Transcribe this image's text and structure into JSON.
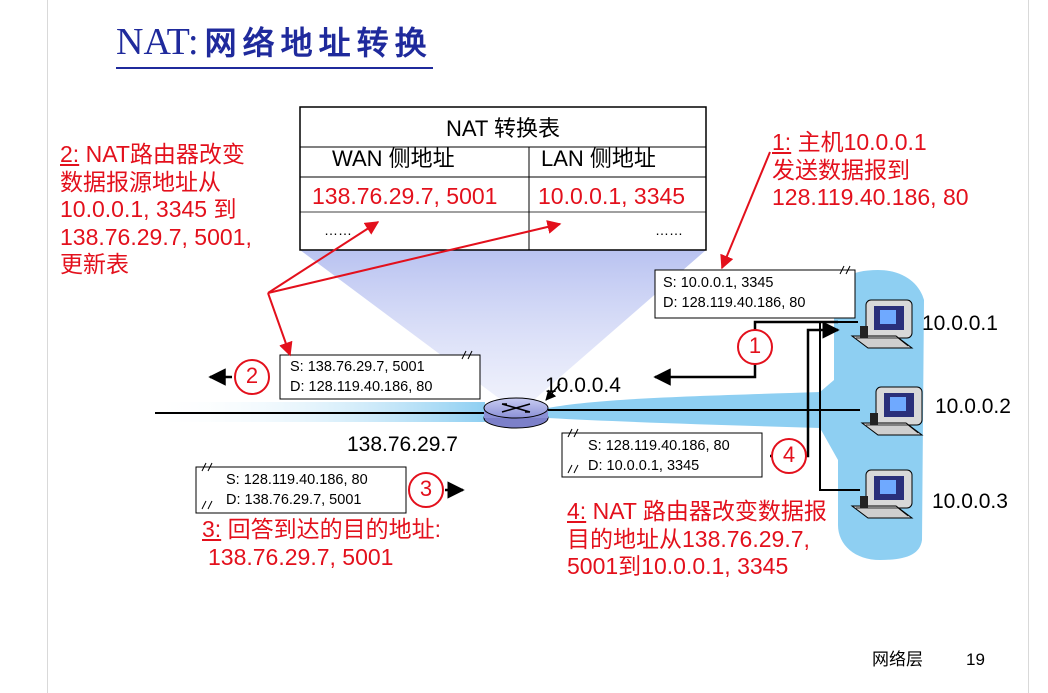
{
  "slide": {
    "title_prefix": "NAT:",
    "title_cn": "网络地址转换",
    "footer_label": "网络层",
    "page_number": "19"
  },
  "table": {
    "header": "NAT 转换表",
    "col_wan": "WAN 侧地址",
    "col_lan": "LAN 侧地址",
    "wan_value": "138.76.29.7, 5001",
    "lan_value": "10.0.0.1, 3345",
    "ellipsis_left": "……",
    "ellipsis_right": "……"
  },
  "notes": {
    "step1": {
      "num": "1:",
      "line1": " 主机10.0.0.1",
      "line2": "发送数据报到",
      "line3": "128.119.40.186, 80"
    },
    "step2": {
      "num": "2:",
      "line1": " NAT路由器改变",
      "line2": "数据报源地址从",
      "line3": "10.0.0.1, 3345 到",
      "line4": "138.76.29.7, 5001,",
      "line5": "更新表"
    },
    "step3": {
      "num": "3:",
      "line1": " 回答到达的目的地址:",
      "line2": "138.76.29.7, 5001"
    },
    "step4": {
      "num": "4:",
      "line1": " NAT 路由器改变数据报",
      "line2": "目的地址从138.76.29.7,",
      "line3": "5001到10.0.0.1, 3345"
    }
  },
  "packets": {
    "p1": {
      "src": "S: 10.0.0.1, 3345",
      "dst": "D: 128.119.40.186, 80"
    },
    "p2": {
      "src": "S: 138.76.29.7, 5001",
      "dst": "D: 128.119.40.186, 80"
    },
    "p3": {
      "src": "S: 128.119.40.186, 80",
      "dst": "D: 138.76.29.7, 5001"
    },
    "p4": {
      "src": "S: 128.119.40.186, 80",
      "dst": "D: 10.0.0.1, 3345"
    }
  },
  "step_circles": {
    "c1": "1",
    "c2": "2",
    "c3": "3",
    "c4": "4"
  },
  "addresses": {
    "router_lan": "10.0.0.4",
    "router_wan": "138.76.29.7",
    "host1": "10.0.0.1",
    "host2": "10.0.0.2",
    "host3": "10.0.0.3"
  },
  "colors": {
    "accent_red": "#e3101c",
    "title_blue": "#1f2a9c",
    "lan_blue": "#8ecff2"
  }
}
